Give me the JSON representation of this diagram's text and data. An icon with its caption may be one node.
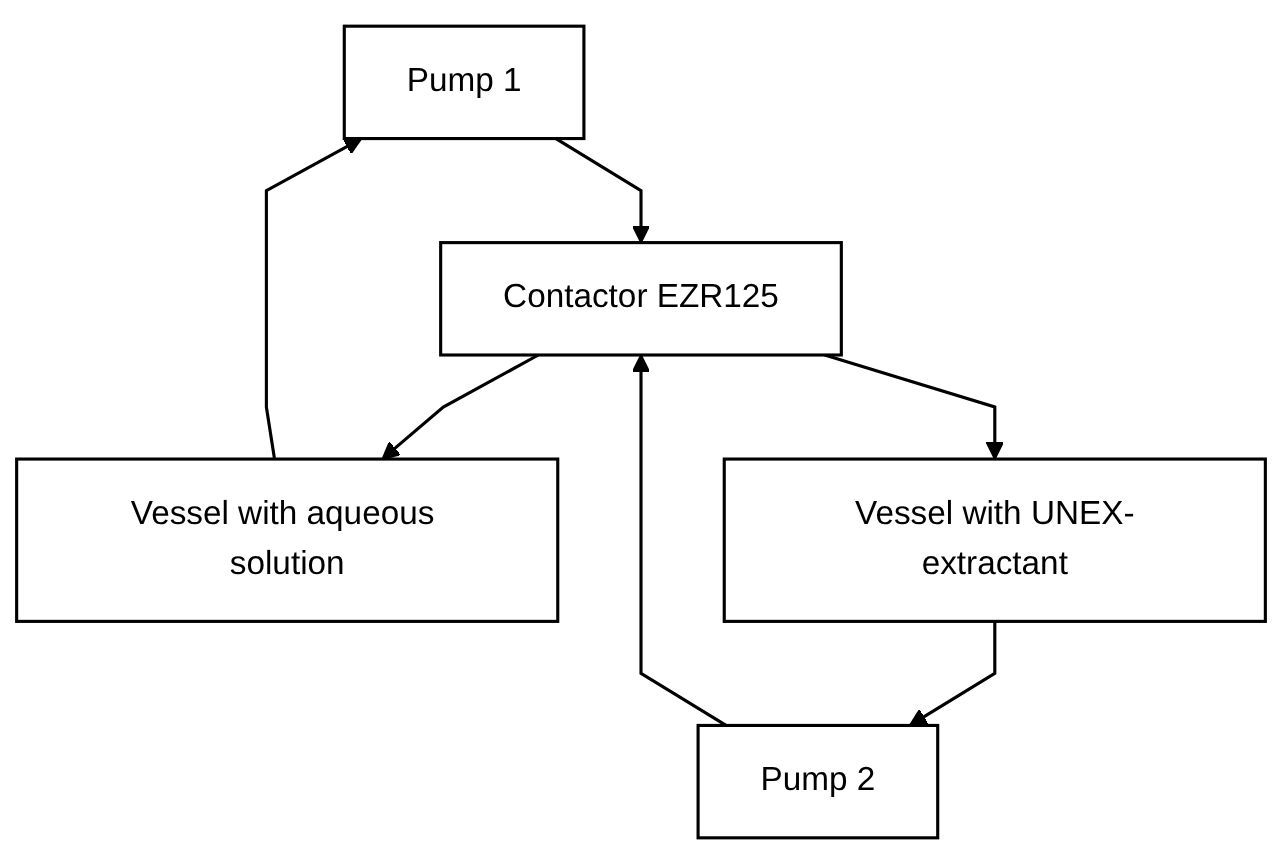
{
  "diagram": {
    "nodes": [
      {
        "text": [
          "Pump 1"
        ]
      },
      {
        "text": [
          "Pump 2"
        ]
      },
      {
        "text": [
          "Contactor EZR125"
        ]
      },
      {
        "text": [
          "Vessel with aqueous solution"
        ]
      },
      {
        "text": [
          "Vessel with UNEX-extractant"
        ]
      }
    ],
    "edges": [
      {
        "from": 0,
        "to": 2,
        "arrow": "to"
      },
      {
        "from": 1,
        "to": 2,
        "arrow": "to"
      },
      {
        "from": 2,
        "to": 3,
        "arrow": "to"
      },
      {
        "from": 2,
        "to": 4,
        "arrow": "to"
      },
      {
        "from": 3,
        "to": 0,
        "arrow": "to"
      },
      {
        "from": 4,
        "to": 1,
        "arrow": "to"
      }
    ]
  }
}
